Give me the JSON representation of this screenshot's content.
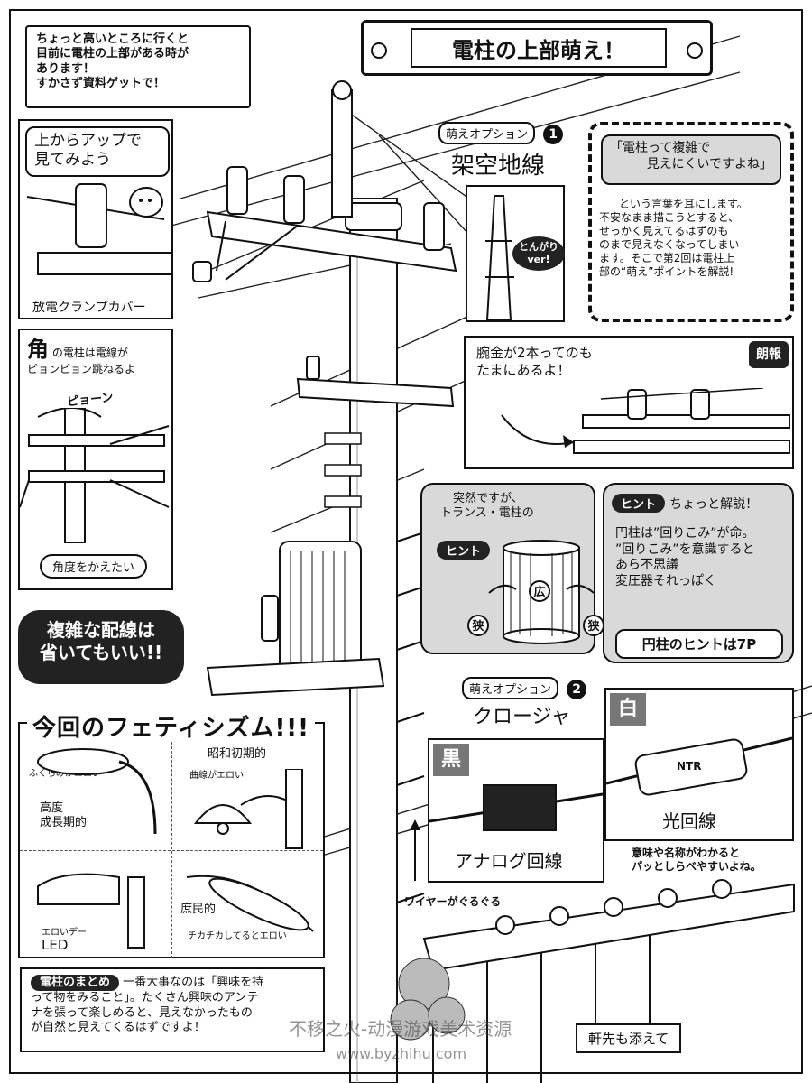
{
  "title": "電柱の上部萌え！",
  "intro": {
    "lines": [
      "ちょっと高いところに行くと",
      "目前に電柱の上部がある時が",
      "あります！",
      "すかさず資料ゲットで！"
    ]
  },
  "panel_top_view": {
    "bubble_lines": [
      "上からアップで",
      "見てみよう"
    ],
    "caption": "放電クランプカバー"
  },
  "panel_corner": {
    "big_char": "角",
    "text_line1": "の電柱は電線が",
    "text_line2": "ピョンピョン跳ねるよ",
    "sfx": "ピョーン",
    "caption": "角度をかえたい"
  },
  "option1": {
    "label": "萌えオプション",
    "number": "1",
    "name": "架空地線",
    "tag_line1": "とんがり",
    "tag_line2": "ver!"
  },
  "quote_box": {
    "quote_line1": "「電柱って複雑で",
    "quote_line2": "見えにくいですよね」",
    "body_lines": [
      "という言葉を耳にします。",
      "不安なまま描こうとすると、",
      "せっかく見えてるはずのも",
      "のまで見えなくなってしまい",
      "ます。そこで第2回は電柱上",
      "部の“萌え”ポイントを解説!"
    ]
  },
  "rumor": {
    "lines": [
      "腕金が2本ってのも",
      "たまにあるよ！"
    ],
    "badge": "朗報"
  },
  "hint_cylinder": {
    "lines": [
      "突然ですが、",
      "トランス・電柱の"
    ],
    "hint_label": "ヒント",
    "wide": "広",
    "narrow_left": "狭",
    "narrow_right": "狭"
  },
  "hint_explain": {
    "hint_label": "ヒント",
    "heading": "ちょっと解説！",
    "lines": [
      "円柱は”回りこみ”が命。",
      "”回りこみ”を意識すると",
      "あら不思議",
      "変圧器それっぽく"
    ],
    "footer": "円柱のヒントは7P"
  },
  "wiring_note": {
    "line1": "複雑な配線は",
    "line2": "省いてもいい!!"
  },
  "fetish": {
    "heading": "今回のフェティシズム!!!",
    "items": [
      {
        "label_line1": "高度",
        "label_line2": "成長期的",
        "note": "ふくらみがエロい"
      },
      {
        "label_line1": "昭和初期的",
        "label_line2": "",
        "note": "曲線がエロい"
      },
      {
        "label_line1": "LED",
        "label_line2": "",
        "note": "エロいデー"
      },
      {
        "label_line1": "庶民的",
        "label_line2": "",
        "note": "チカチカしてるとエロい"
      }
    ]
  },
  "option2": {
    "label": "萌えオプション",
    "number": "2",
    "name": "クロージャ",
    "black_badge": "黒",
    "black_caption": "アナログ回線",
    "white_badge": "白",
    "white_caption": "光回線",
    "ntr_logo": "NTR",
    "note_lines": [
      "意味や名称がわかると",
      "パッとしらべやすいよね。"
    ]
  },
  "wire_caption": "ワイヤーがぐるぐる",
  "eaves_caption": "軒先も添えて",
  "summary": {
    "label": "電柱のまとめ",
    "lines": [
      "一番大事なのは「興味を持",
      "って物をみること」。たくさん興味のアンテ",
      "ナを張って楽しめると、見えなかったもの",
      "が自然と見えてくるはずですよ！"
    ]
  },
  "watermark": {
    "line1": "不移之火-动漫游戏美术资源",
    "line2": "www.byzhihu.com"
  }
}
